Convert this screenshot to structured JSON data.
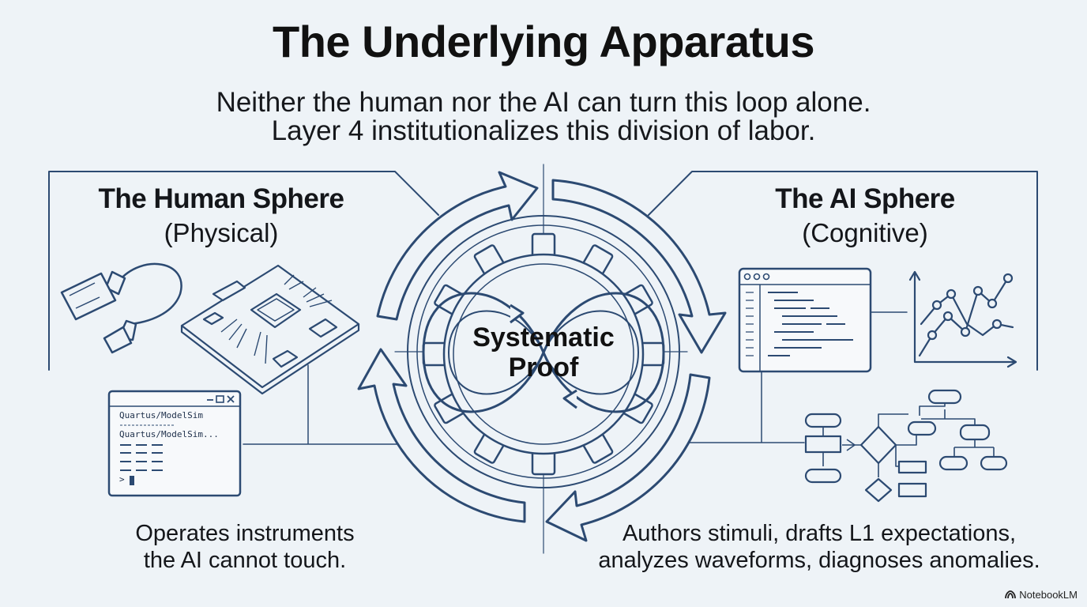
{
  "header": {
    "title": "The Underlying Apparatus",
    "subtitle_line1": "Neither the human nor the AI can turn this loop alone.",
    "subtitle_line2": "Layer 4 institutionalizes this division of labor."
  },
  "human": {
    "title": "The Human Sphere",
    "subtitle": "(Physical)",
    "terminal_line1": "Quartus/ModelSim",
    "terminal_line2": "Quartus/ModelSim...",
    "terminal_prompt": ">",
    "caption_line1": "Operates instruments",
    "caption_line2": "the AI cannot touch."
  },
  "ai": {
    "title": "The AI Sphere",
    "subtitle": "(Cognitive)",
    "caption_line1": "Authors stimuli, drafts L1 expectations,",
    "caption_line2": "analyzes waveforms, diagnoses anomalies."
  },
  "center": {
    "label_line1": "Systematic",
    "label_line2": "Proof"
  },
  "brand": {
    "name": "NotebookLM"
  },
  "colors": {
    "line": "#2c4a72",
    "background": "#eef3f7"
  }
}
